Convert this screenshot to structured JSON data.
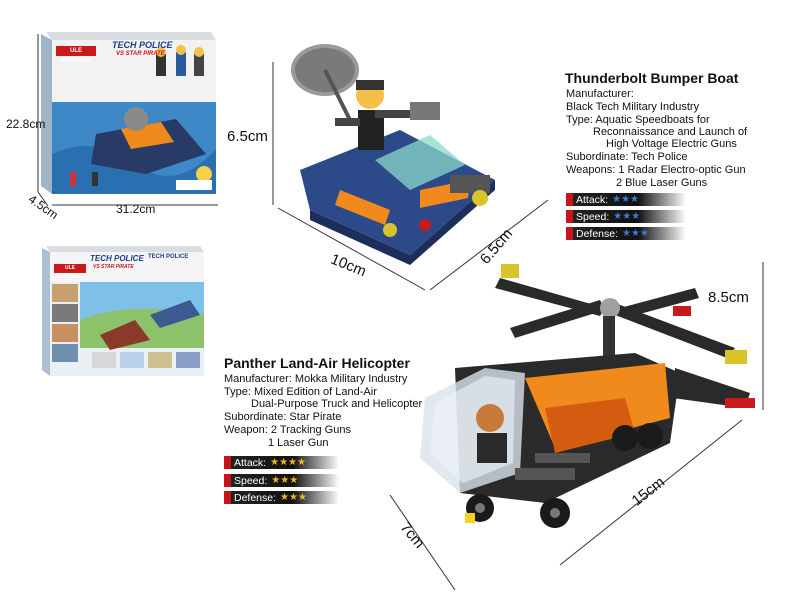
{
  "dimensions": {
    "box_height": "22.8cm",
    "box_depth": "4.5cm",
    "box_width": "31.2cm",
    "boat_height": "6.5cm",
    "boat_length": "10cm",
    "boat_width": "6.5cm",
    "heli_height": "8.5cm",
    "heli_length": "15cm",
    "heli_width": "7cm"
  },
  "box": {
    "brand": "ULE BROTHER",
    "series_title": "TECH POLICE",
    "series_subtitle": "VS STAR PIRATE",
    "back_title": "TECH POLICE"
  },
  "boat_spec": {
    "title": "Thunderbolt Bumper Boat",
    "lines": [
      "Manufacturer:",
      "Black Tech Military Industry",
      "Type: Aquatic Speedboats for",
      "Reconnaissance and Launch of",
      "High Voltage Electric Guns",
      "Subordinate: Tech Police",
      "Weapons: 1 Radar Electro-optic Gun",
      "2 Blue Laser Guns"
    ],
    "stats": [
      {
        "label": "Attack:",
        "stars": "★★★",
        "star_color": "#3a7bd5"
      },
      {
        "label": "Speed:",
        "stars": "★★★",
        "star_color": "#3a7bd5"
      },
      {
        "label": "Defense:",
        "stars": "★★★",
        "star_color": "#3a7bd5"
      }
    ]
  },
  "heli_spec": {
    "title": "Panther Land-Air Helicopter",
    "lines": [
      "Manufacturer: Mokka Military Industry",
      "Type: Mixed Edition of Land-Air",
      "Dual-Purpose Truck and Helicopter",
      "Subordinate: Star Pirate",
      "Weapon: 2 Tracking Guns",
      "1 Laser Gun"
    ],
    "stats": [
      {
        "label": "Attack:",
        "stars": "★★★★",
        "star_color": "#f2b41e"
      },
      {
        "label": "Speed:",
        "stars": "★★★",
        "star_color": "#f2b41e"
      },
      {
        "label": "Defense:",
        "stars": "★★★",
        "star_color": "#f2b41e"
      }
    ]
  },
  "colors": {
    "stat_red": "#c8141a",
    "boat_blue": "#2c4a8a",
    "heli_orange": "#f08a1c",
    "heli_black": "#2a2a2a"
  }
}
